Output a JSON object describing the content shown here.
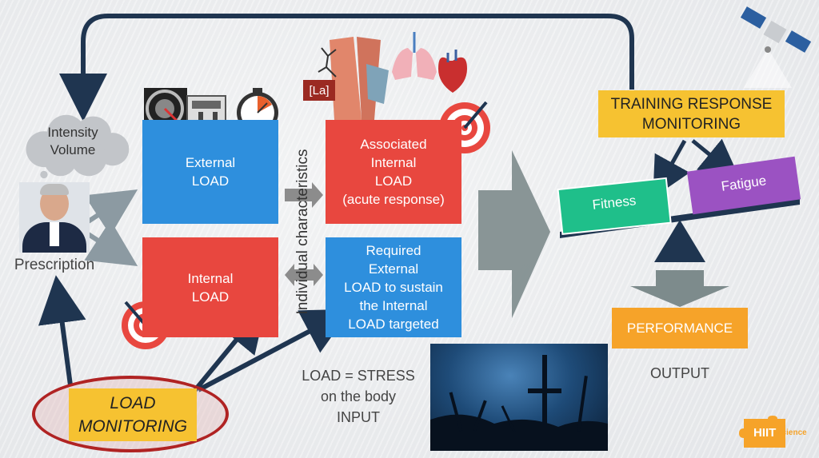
{
  "cloud": {
    "line1": "Intensity",
    "line2": "Volume"
  },
  "prescription": "Prescription",
  "external_load": {
    "line1": "External",
    "line2": "LOAD"
  },
  "internal_load": {
    "line1": "Internal",
    "line2": "LOAD"
  },
  "individual_characteristics": "Individual characteristics",
  "associated_internal": {
    "line1": "Associated",
    "line2": "Internal",
    "line3": "LOAD",
    "line4": "(acute response)"
  },
  "required_external": {
    "line1": "Required",
    "line2": "External",
    "line3": "LOAD to sustain",
    "line4": "the Internal",
    "line5": "LOAD targeted"
  },
  "lactate_label": "[La]",
  "training_response": {
    "line1": "TRAINING RESPONSE",
    "line2": "MONITORING"
  },
  "fitness": "Fitness",
  "fatigue": "Fatigue",
  "performance": "PERFORMANCE",
  "output": "OUTPUT",
  "load_stress": {
    "line1": "LOAD = STRESS",
    "line2": "on the body",
    "line3": "INPUT"
  },
  "load_monitoring": {
    "line1": "LOAD",
    "line2": "MONITORING"
  },
  "logo": {
    "brand": "HIIT",
    "sub": "science"
  },
  "colors": {
    "blue_box": "#2e8fdd",
    "red_box": "#e8473f",
    "yellow": "#f6c231",
    "orange": "#f6a329",
    "green": "#1fbf8a",
    "purple": "#9b52c2",
    "navy_arrow": "#1f3550",
    "grey_arrow": "#7d8b8c"
  }
}
